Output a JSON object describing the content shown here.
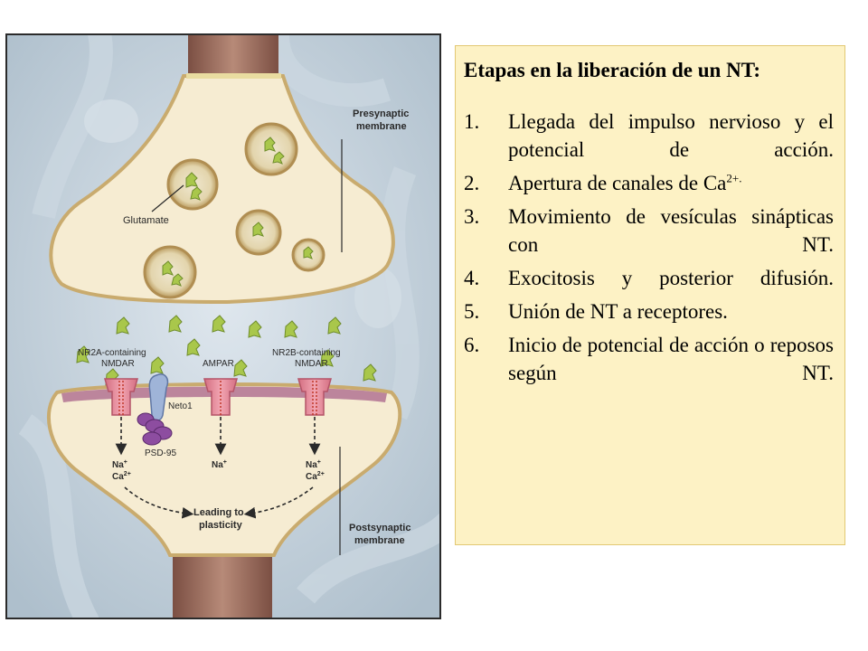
{
  "figure": {
    "labels": {
      "presynaptic": [
        "Presynaptic",
        "membrane"
      ],
      "glutamate": "Glutamate",
      "nr2a": [
        "NR2A-containing",
        "NMDAR"
      ],
      "ampar": "AMPAR",
      "nr2b": [
        "NR2B-containing",
        "NMDAR"
      ],
      "neto1": "Neto1",
      "psd95": "PSD-95",
      "ion_left": [
        "Na",
        "Ca"
      ],
      "ion_mid": "Na",
      "ion_right": [
        "Na",
        "Ca"
      ],
      "charge_plus": "+",
      "charge_2plus": "2+",
      "plasticity": [
        "Leading to",
        "plasticity"
      ],
      "postsynaptic": [
        "Postsynaptic",
        "membrane"
      ]
    }
  },
  "panel": {
    "title": "Etapas en la liberación de un NT:",
    "steps": [
      {
        "num": "1.",
        "text": "Llegada del impulso nervioso y el potencial de acción."
      },
      {
        "num": "2.",
        "text": "Apertura de canales de Ca",
        "sup": "2+."
      },
      {
        "num": "3.",
        "text": "Movimiento de vesículas sinápticas con NT."
      },
      {
        "num": "4.",
        "text": "Exocitosis y posterior difusión."
      },
      {
        "num": "5.",
        "text": "Unión de NT a receptores."
      },
      {
        "num": "6.",
        "text": "Inicio de potencial de acción o reposos según NT."
      }
    ]
  },
  "colors": {
    "terminal_fill": "#f6ecd2",
    "terminal_edge": "#c9ab6e",
    "axon": "#9a6a58",
    "background": "#c3d2dd",
    "glutamate": "#a9c74b",
    "receptor": "#e58a9a",
    "psd95": "#8d4da0",
    "panel_bg": "#fdf2c5"
  }
}
